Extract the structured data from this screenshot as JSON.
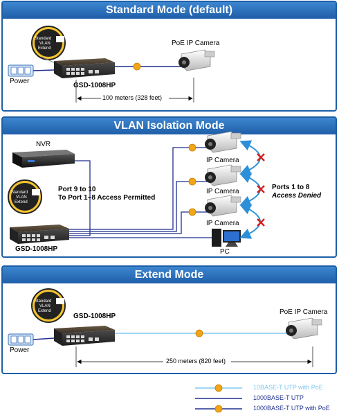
{
  "panels": {
    "standard": {
      "title": "Standard Mode (default)",
      "power_label": "Power",
      "switch_label": "GSD-1008HP",
      "camera_label": "PoE IP Camera",
      "distance_label": "100 meters (328 feet)",
      "mode_switch": [
        "Standard",
        "VLAN",
        "Extend"
      ]
    },
    "vlan": {
      "title": "VLAN Isolation Mode",
      "nvr_label": "NVR",
      "switch_label": "GSD-1008HP",
      "camera_labels": [
        "IP Camera",
        "IP Camera",
        "IP Camera"
      ],
      "pc_label": "PC",
      "note_permitted_line1": "Port 9 to 10",
      "note_permitted_line2": "To Port 1~8 Access Permitted",
      "note_denied_line1": "Ports 1 to 8",
      "note_denied_line2": "Access Denied",
      "mode_switch": [
        "Standard",
        "VLAN",
        "Extend"
      ]
    },
    "extend": {
      "title": "Extend Mode",
      "power_label": "Power",
      "switch_label": "GSD-1008HP",
      "camera_label": "PoE IP Camera",
      "distance_label": "250 meters (820 feet)",
      "mode_switch": [
        "Standard",
        "VLAN",
        "Extend"
      ]
    }
  },
  "legend": [
    {
      "label": "10BASE-T UTP with PoE",
      "color": "#7ec8f0",
      "poe": true
    },
    {
      "label": "1000BASE-T UTP",
      "color": "#1f2f8f",
      "poe": false
    },
    {
      "label": "1000BASE-T UTP with PoE",
      "color": "#1f2f8f",
      "poe": true
    }
  ],
  "colors": {
    "header": "#1f5ea9",
    "poe_dot": "#f2a516",
    "cable_dark": "#1f2f8f",
    "cable_light": "#7ec8f0",
    "deny": "#d42020"
  }
}
